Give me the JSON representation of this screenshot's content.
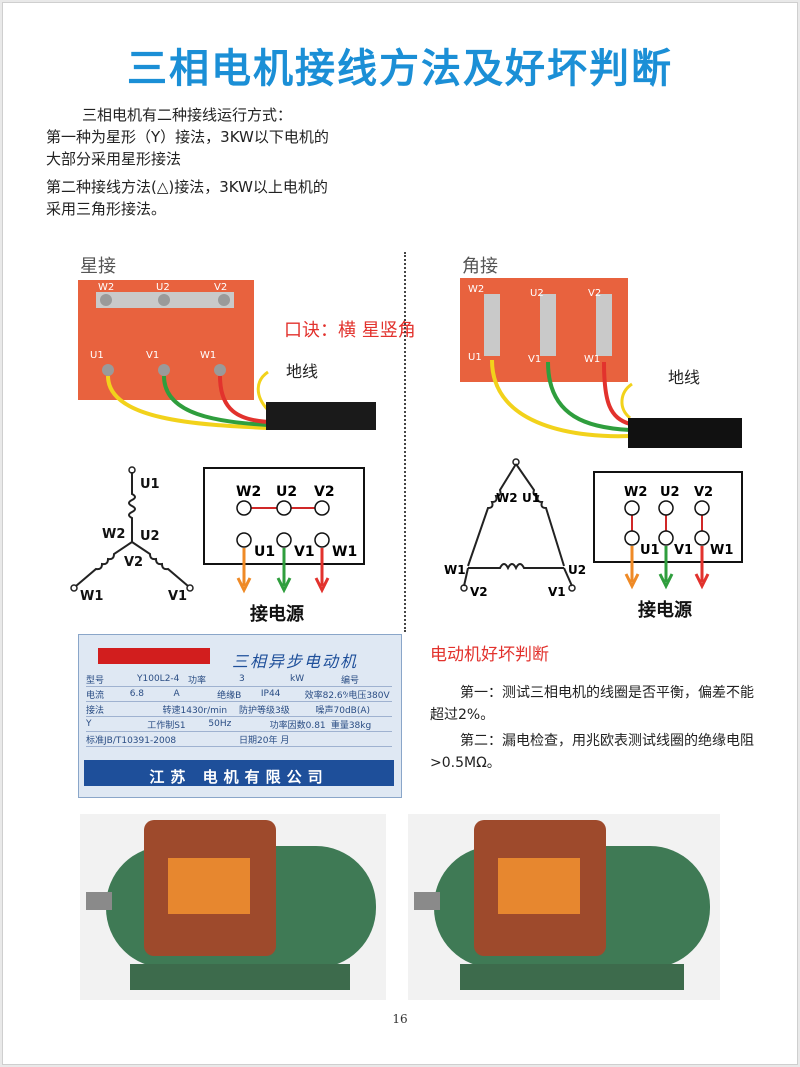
{
  "page": {
    "title": "三相电机接线方法及好坏判断",
    "intro": [
      "三相电机有二种接线运行方式：",
      "第一种为星形（Y）接法，3KW以下电机的",
      "大部分采用星形接法",
      "第二种接线方法(△)接法，3KW以上电机的",
      "采用三角形接法。"
    ],
    "page_number": "16"
  },
  "star": {
    "label": "星接",
    "slogan": "口诀：横 星竖角",
    "ground_label": "地线",
    "terminals_top": [
      "W2",
      "U2",
      "V2"
    ],
    "terminals_bottom": [
      "U1",
      "V1",
      "W1"
    ],
    "power_label": "接电源"
  },
  "delta": {
    "label": "角接",
    "ground_label": "地线",
    "terminals_top": [
      "W2",
      "U2",
      "V2"
    ],
    "terminals_bottom": [
      "U1",
      "V1",
      "W1"
    ],
    "power_label": "接电源"
  },
  "nameplate": {
    "title": "三相异步电动机",
    "rows": [
      [
        "型号",
        "Y100L2-4",
        "功率",
        "3",
        "kW",
        "编号"
      ],
      [
        "电流",
        "6.8",
        "A",
        "绝缘B",
        "IP44",
        "效率82.6%",
        "电压380V"
      ],
      [
        "接法",
        "转速1430r/min",
        "防护等级3级",
        "噪声70dB(A)"
      ],
      [
        "Y",
        "工作制S1",
        "50Hz",
        "功率因数0.81",
        "重量38kg"
      ],
      [
        "标准JB/T10391-2008",
        "日期20年 月"
      ]
    ],
    "company": "江苏    电机有限公司"
  },
  "judgement": {
    "heading": "电动机好坏判断",
    "items": [
      "第一：测试三相电机的线圈是否平衡，偏差不能超过2%。",
      "第二：漏电检查，用兆欧表测试线圈的绝缘电阻>0.5MΩ。"
    ]
  },
  "colors": {
    "title_blue": "#1b8fd6",
    "terminal_box": "#e8623e",
    "wire_yellow": "#f2d21b",
    "wire_green": "#2f9e3d",
    "wire_red": "#e2322d",
    "arrow_orange": "#ef8a26",
    "motor_green": "#3f7a55"
  }
}
